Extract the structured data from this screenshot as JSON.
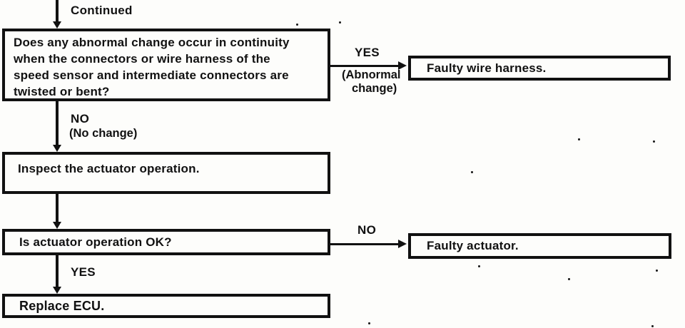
{
  "diagram": {
    "colors": {
      "ink": "#111111",
      "paper": "#fdfdfb"
    },
    "entry": {
      "label": "Continued"
    },
    "nodes": {
      "continuity_question": {
        "lines": [
          "Does any abnormal change occur in continuity",
          "when the connectors or wire harness of the",
          "speed sensor and intermediate connectors are",
          "twisted or bent?"
        ]
      },
      "faulty_wire_harness": {
        "text": "Faulty wire harness."
      },
      "inspect_actuator": {
        "text": "Inspect the actuator operation."
      },
      "actuator_ok_question": {
        "text": "Is actuator operation OK?"
      },
      "faulty_actuator": {
        "text": "Faulty actuator."
      },
      "replace_ecu": {
        "text": "Replace ECU."
      }
    },
    "edges": {
      "continuity_yes": {
        "label": "YES",
        "note_line1": "(Abnormal",
        "note_line2": "change)"
      },
      "continuity_no": {
        "label": "NO",
        "note": "(No change)"
      },
      "actuator_no": {
        "label": "NO"
      },
      "actuator_yes": {
        "label": "YES"
      }
    }
  }
}
